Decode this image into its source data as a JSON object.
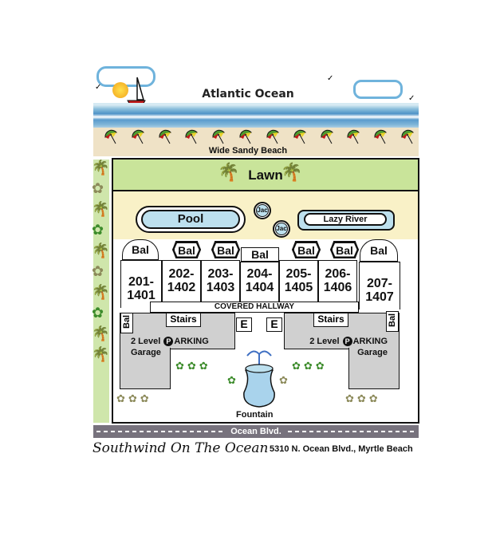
{
  "map": {
    "ocean_label": "Atlantic Ocean",
    "beach_label": "Wide Sandy Beach",
    "lawn_label": "Lawn",
    "pool_label": "Pool",
    "jacuzzi_label": "Jac",
    "lazy_river_label": "Lazy River",
    "balcony_label": "Bal",
    "units": [
      {
        "line1": "201-",
        "line2": "1401"
      },
      {
        "line1": "202-",
        "line2": "1402"
      },
      {
        "line1": "203-",
        "line2": "1403"
      },
      {
        "line1": "204-",
        "line2": "1404"
      },
      {
        "line1": "205-",
        "line2": "1405"
      },
      {
        "line1": "206-",
        "line2": "1406"
      },
      {
        "line1": "207-",
        "line2": "1407"
      }
    ],
    "hallway_label": "COVERED HALLWAY",
    "stairs_label": "Stairs",
    "elevator_label": "E",
    "parking": {
      "level_text": "2 Level",
      "p_symbol": "P",
      "parking_text": "ARKING",
      "garage_text": "Garage"
    },
    "fountain_label": "Fountain",
    "road_label": "Ocean Blvd.",
    "property_name": "Southwind On The Ocean",
    "address": "5310 N. Ocean Blvd., Myrtle Beach"
  },
  "colors": {
    "lawn": "#c9e49a",
    "pool_deck": "#f9f1c7",
    "water": "#bde0ee",
    "garage": "#d0d0d0",
    "road": "#77727d",
    "sand": "#efe2c6"
  },
  "icons": {
    "palm": "🌴",
    "umbrella": "⛱",
    "shrub": "✿",
    "bird": "ˇ"
  }
}
